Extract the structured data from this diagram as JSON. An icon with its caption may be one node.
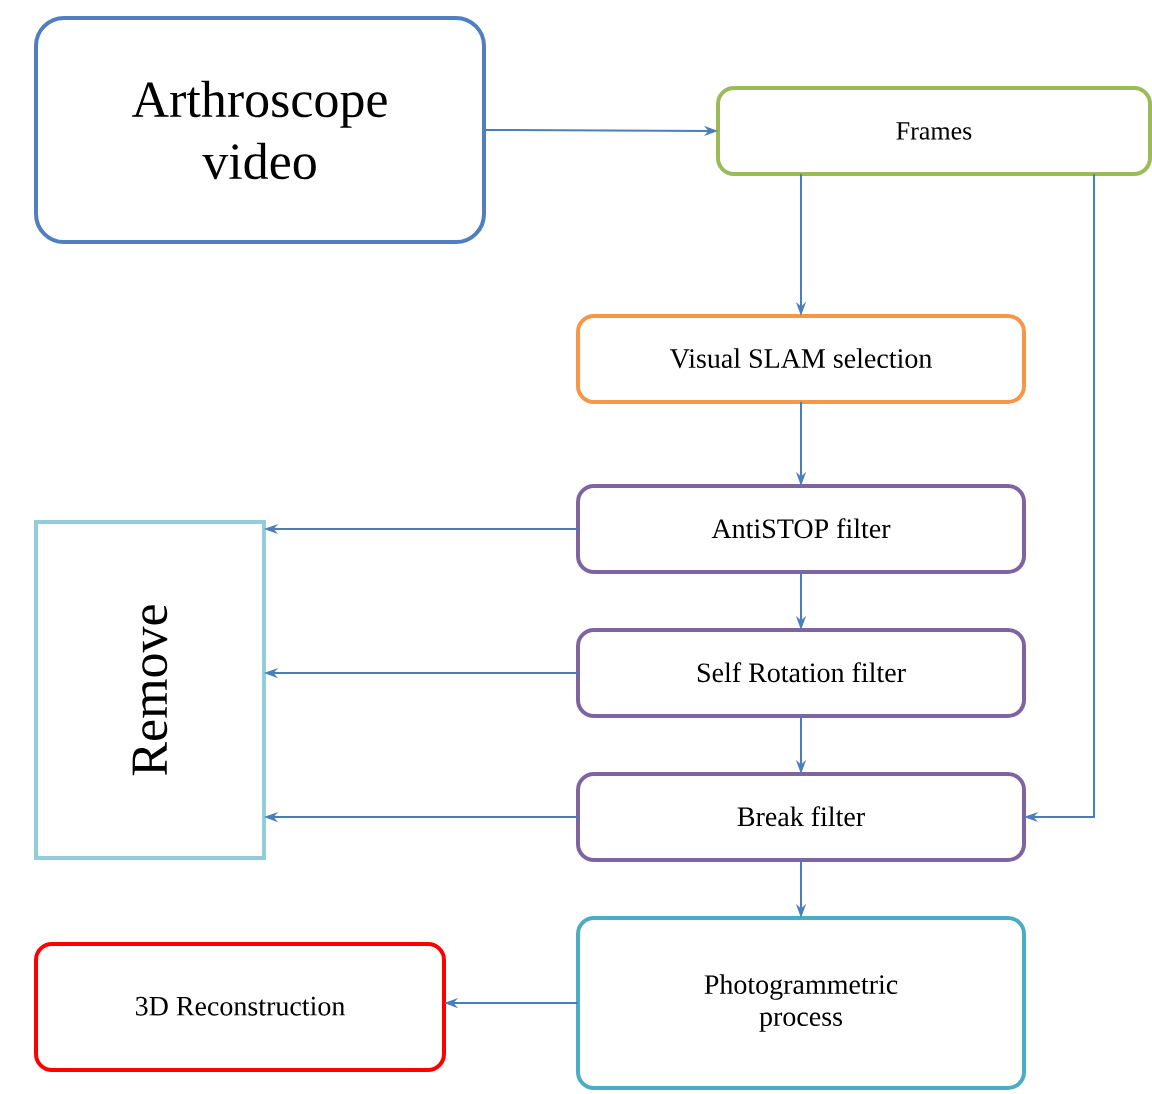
{
  "diagram": {
    "nodes": [
      {
        "text": [
          "Arthroscope video"
        ]
      },
      {
        "text": [
          "Frames"
        ]
      },
      {
        "text": [
          "Visual SLAM selection"
        ]
      },
      {
        "text": [
          "AntiSTOP filter"
        ]
      },
      {
        "text": [
          "Self Rotation filter"
        ]
      },
      {
        "text": [
          "Break filter"
        ]
      },
      {
        "text": [
          "Remove"
        ]
      },
      {
        "text": [
          "Photogrammetric process"
        ]
      },
      {
        "text": [
          "3D Reconstruction"
        ]
      }
    ],
    "edges": [
      {
        "from": 0,
        "to": 1,
        "arrow": "to"
      },
      {
        "from": 1,
        "to": 2,
        "arrow": "to"
      },
      {
        "from": 1,
        "to": 5,
        "arrow": "to"
      },
      {
        "from": 2,
        "to": 3,
        "arrow": "to"
      },
      {
        "from": 3,
        "to": 6,
        "arrow": "to"
      },
      {
        "from": 3,
        "to": 4,
        "arrow": "to"
      },
      {
        "from": 4,
        "to": 6,
        "arrow": "to"
      },
      {
        "from": 4,
        "to": 5,
        "arrow": "to"
      },
      {
        "from": 5,
        "to": 6,
        "arrow": "to"
      },
      {
        "from": 5,
        "to": 7,
        "arrow": "to"
      },
      {
        "from": 7,
        "to": 8,
        "arrow": "to"
      }
    ]
  }
}
